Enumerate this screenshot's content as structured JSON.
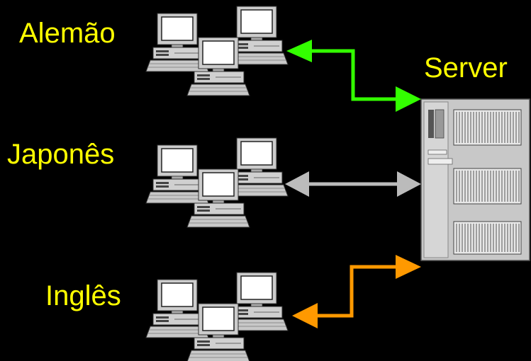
{
  "labels": {
    "alemao": "Alemão",
    "japones": "Japonês",
    "ingles": "Inglês",
    "server": "Server"
  },
  "colors": {
    "background": "#000000",
    "text": "#ffff00",
    "alemao_link": "#33ff00",
    "japones_link": "#bbbbbb",
    "ingles_link": "#ff9900"
  },
  "icons": {
    "workstation": "computer-cluster-icon",
    "server": "server-tower-icon"
  }
}
